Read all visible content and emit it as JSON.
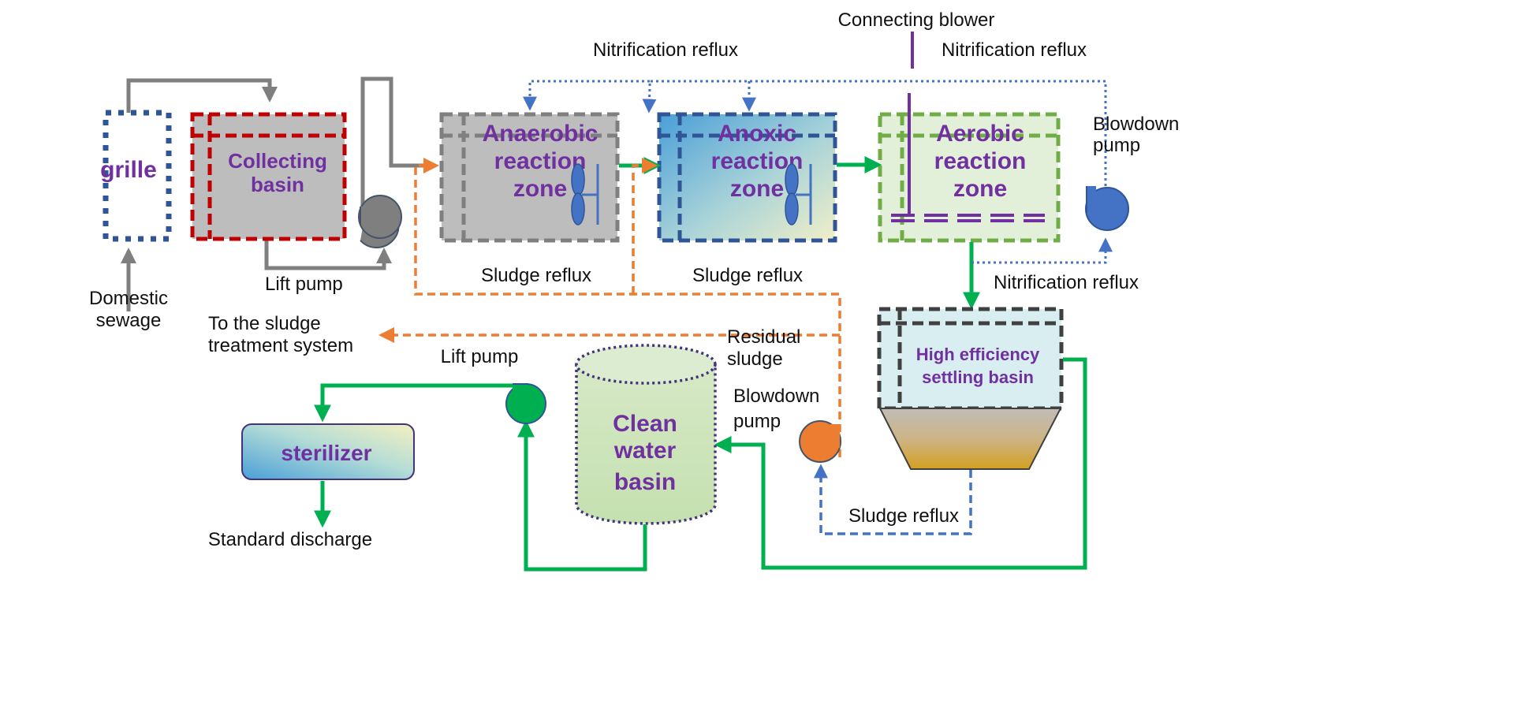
{
  "units": {
    "grille": {
      "label": "grille"
    },
    "collecting_basin": {
      "label_lines": [
        "Collecting",
        "basin"
      ]
    },
    "anaerobic_zone": {
      "label_lines": [
        "Anaerobic",
        "reaction",
        "zone"
      ]
    },
    "anoxic_zone": {
      "label_lines": [
        "Anoxic",
        "reaction",
        "zone"
      ]
    },
    "aerobic_zone": {
      "label_lines": [
        "Aerobic",
        "reaction",
        "zone"
      ]
    },
    "settling_basin": {
      "label_lines": [
        "High efficiency",
        "settling basin"
      ]
    },
    "clean_water_basin": {
      "label_lines": [
        "Clean",
        "water",
        "basin"
      ]
    },
    "sterilizer": {
      "label": "sterilizer"
    }
  },
  "labels": {
    "domestic_sewage": [
      "Domestic",
      "sewage"
    ],
    "lift_pump_1": "Lift pump",
    "lift_pump_2": "Lift pump",
    "sludge_reflux_1": "Sludge reflux",
    "sludge_reflux_2": "Sludge reflux",
    "sludge_reflux_3": "Sludge reflux",
    "nitrification_reflux_1": "Nitrification reflux",
    "nitrification_reflux_2": "Nitrification reflux",
    "nitrification_reflux_3": "Nitrification reflux",
    "connecting_blower": "Connecting blower",
    "blowdown_pump_1": [
      "Blowdown",
      "pump"
    ],
    "blowdown_pump_2": [
      "Blowdown",
      "pump"
    ],
    "to_sludge_treatment": [
      "To the sludge",
      "treatment system"
    ],
    "residual_sludge": [
      "Residual",
      "sludge"
    ],
    "standard_discharge": "Standard discharge"
  },
  "colors": {
    "title_purple": "#7030a0",
    "water_flow_green": "#00b050",
    "sludge_orange": "#ed7d31",
    "reflux_blue": "#4472c4",
    "pipe_gray": "#7f7f7f",
    "grille_border": "#2f5597",
    "collecting_border": "#c00000",
    "aerobic_border": "#70ad47"
  }
}
